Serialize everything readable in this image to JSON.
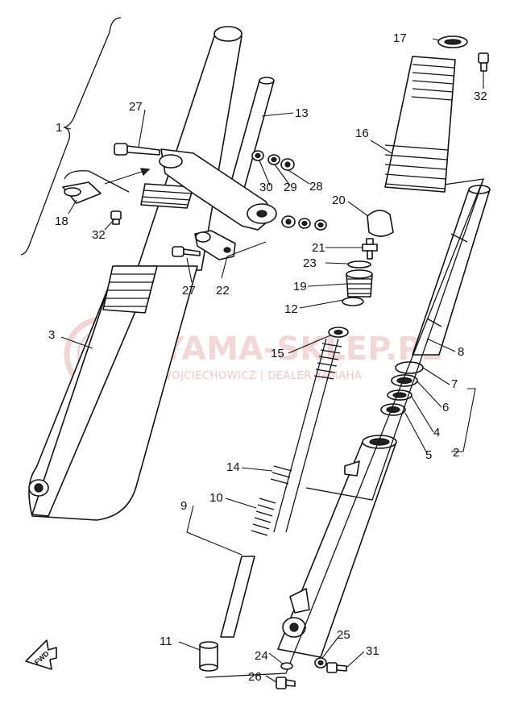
{
  "watermark": {
    "title": "YAMA-SKLEP.PL",
    "subtitle": "WOJCIECHOWICZ | DEALER YAMAHA",
    "color": "#e8b8b8"
  },
  "direction_label": "FWD",
  "callouts": [
    {
      "id": "c1",
      "label": "1"
    },
    {
      "id": "c2",
      "label": "2"
    },
    {
      "id": "c3",
      "label": "3"
    },
    {
      "id": "c4",
      "label": "4"
    },
    {
      "id": "c5",
      "label": "5"
    },
    {
      "id": "c6",
      "label": "6"
    },
    {
      "id": "c7",
      "label": "7"
    },
    {
      "id": "c8",
      "label": "8"
    },
    {
      "id": "c9",
      "label": "9"
    },
    {
      "id": "c10",
      "label": "10"
    },
    {
      "id": "c11",
      "label": "11"
    },
    {
      "id": "c12",
      "label": "12"
    },
    {
      "id": "c13",
      "label": "13"
    },
    {
      "id": "c14",
      "label": "14"
    },
    {
      "id": "c15",
      "label": "15"
    },
    {
      "id": "c16",
      "label": "16"
    },
    {
      "id": "c17",
      "label": "17"
    },
    {
      "id": "c18",
      "label": "18"
    },
    {
      "id": "c19",
      "label": "19"
    },
    {
      "id": "c20",
      "label": "20"
    },
    {
      "id": "c21",
      "label": "21"
    },
    {
      "id": "c22",
      "label": "22"
    },
    {
      "id": "c23",
      "label": "23"
    },
    {
      "id": "c24",
      "label": "24"
    },
    {
      "id": "c25",
      "label": "25"
    },
    {
      "id": "c26",
      "label": "26"
    },
    {
      "id": "c27a",
      "label": "27"
    },
    {
      "id": "c27b",
      "label": "27"
    },
    {
      "id": "c28",
      "label": "28"
    },
    {
      "id": "c29",
      "label": "29"
    },
    {
      "id": "c30",
      "label": "30"
    },
    {
      "id": "c31",
      "label": "31"
    },
    {
      "id": "c32a",
      "label": "32"
    },
    {
      "id": "c32b",
      "label": "32"
    }
  ]
}
